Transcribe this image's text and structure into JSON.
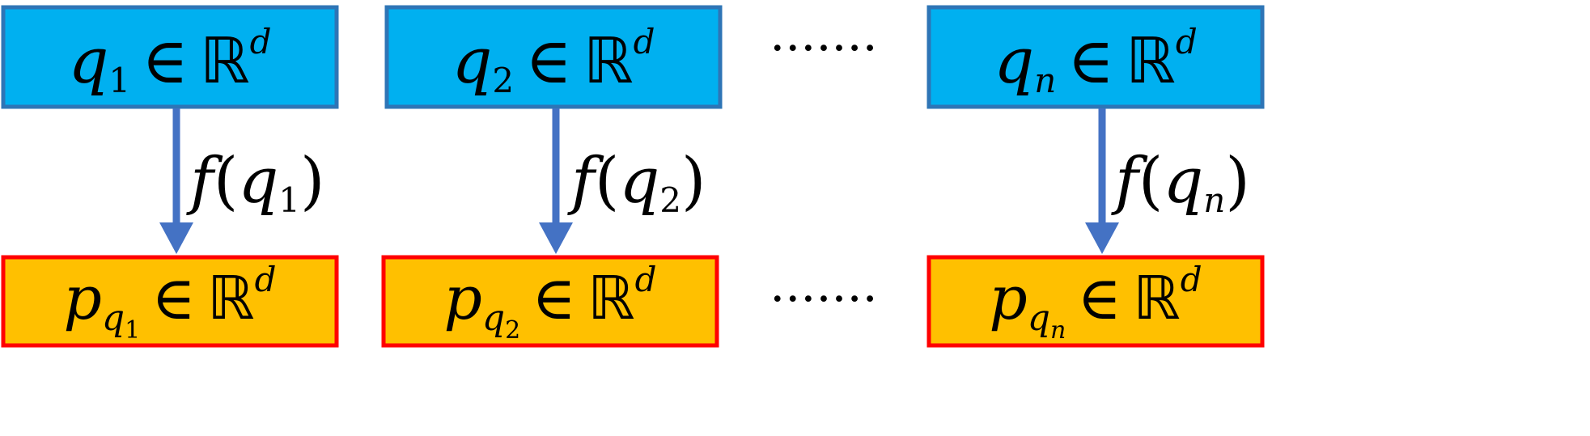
{
  "columns": [
    {
      "top": {
        "var": "q",
        "sub": "1",
        "rel": "∈",
        "set": "ℝ",
        "sup": "d"
      },
      "func": {
        "name": "f",
        "open": "(",
        "var": "q",
        "sub": "1",
        "close": ")"
      },
      "bottom": {
        "var": "p",
        "subvar": "q",
        "subsub": "1",
        "rel": "∈",
        "set": "ℝ",
        "sup": "d"
      }
    },
    {
      "top": {
        "var": "q",
        "sub": "2",
        "rel": "∈",
        "set": "ℝ",
        "sup": "d"
      },
      "func": {
        "name": "f",
        "open": "(",
        "var": "q",
        "sub": "2",
        "close": ")"
      },
      "bottom": {
        "var": "p",
        "subvar": "q",
        "subsub": "2",
        "rel": "∈",
        "set": "ℝ",
        "sup": "d"
      }
    },
    {
      "top": {
        "var": "q",
        "sub": "n",
        "rel": "∈",
        "set": "ℝ",
        "sup": "d"
      },
      "func": {
        "name": "f",
        "open": "(",
        "var": "q",
        "sub": "n",
        "close": ")"
      },
      "bottom": {
        "var": "p",
        "subvar": "q",
        "subsub": "n",
        "rel": "∈",
        "set": "ℝ",
        "sup": "d"
      }
    }
  ],
  "ellipsis": "·······",
  "colors": {
    "top_fill": "#00B0F0",
    "top_border": "#2E75B6",
    "bottom_fill": "#FFC000",
    "bottom_border": "#FF0000",
    "arrow": "#4472C4",
    "text": "#000000"
  }
}
